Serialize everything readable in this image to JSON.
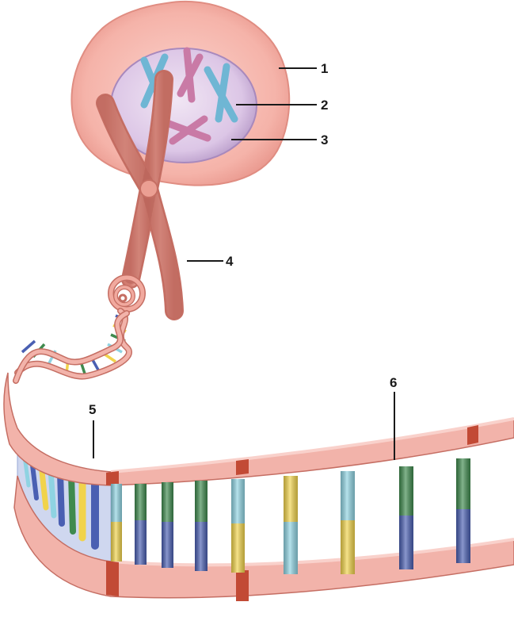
{
  "labels": [
    "1",
    "2",
    "3",
    "4",
    "5",
    "6"
  ],
  "colors": {
    "cell_body": "#f6b7ae",
    "nucleus": "#d8bfe3",
    "chromosome": "#e99a8d",
    "chromosome_dark": "#c56e63",
    "chromatid_blue": "#6fb6d4",
    "chromatid_pink": "#c97aa6",
    "backbone": "#f2b3aa",
    "backbone_band": "#c24a35",
    "base_blue": "#4a5fb2",
    "base_green": "#3f8a4e",
    "base_yellow": "#f1d34b",
    "base_cyan": "#8fd3e2"
  }
}
